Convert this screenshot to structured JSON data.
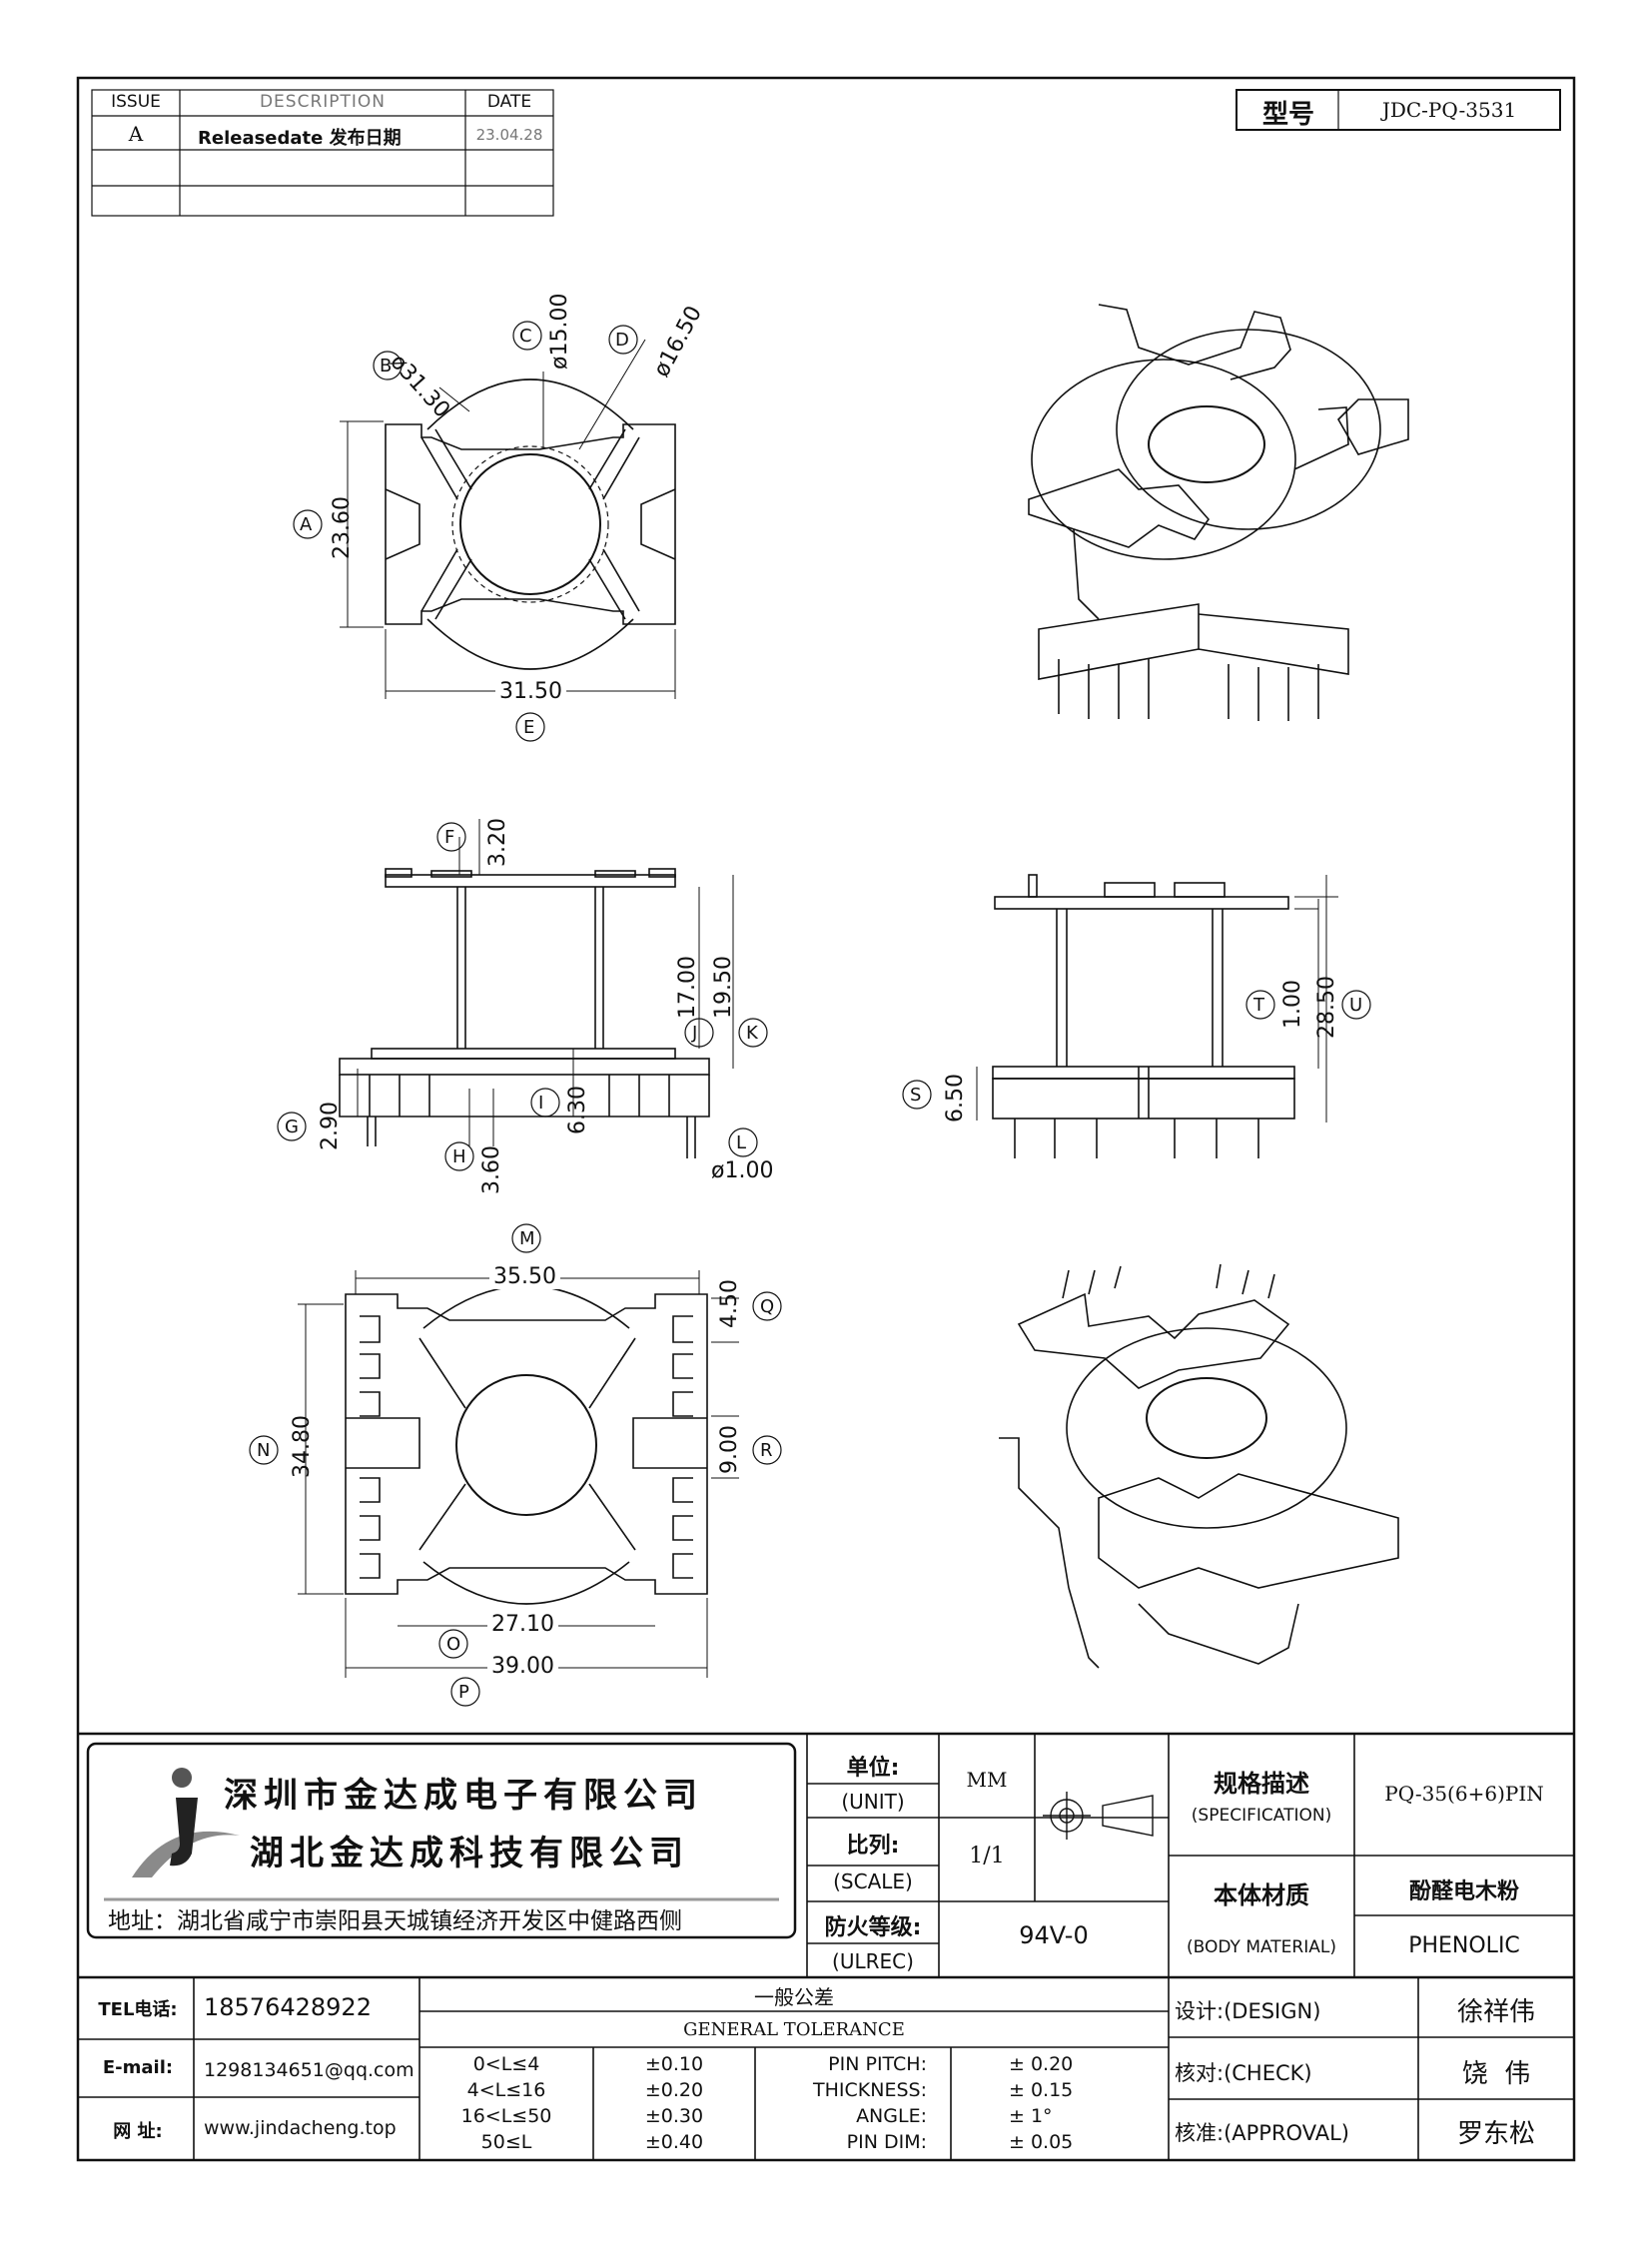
{
  "revision_table": {
    "headers": [
      "ISSUE",
      "DESCRIPTION",
      "DATE"
    ],
    "rows": [
      {
        "issue": "A",
        "description": "Releasedate 发布日期",
        "date": "23.04.28"
      }
    ]
  },
  "model": {
    "label": "型号",
    "value": "JDC-PQ-3531"
  },
  "dimensions": {
    "top_view": {
      "B": "ø31.30",
      "C": "ø15.00",
      "D": "ø16.50",
      "A": "23.60",
      "E": "31.50",
      "labels": [
        "B",
        "C",
        "D",
        "A",
        "E"
      ]
    },
    "front_view": {
      "F": "3.20",
      "J": "17.00",
      "K": "19.50",
      "G": "2.90",
      "H": "3.60",
      "I": "6.30",
      "L": "ø1.00",
      "labels": [
        "F",
        "J",
        "K",
        "G",
        "H",
        "I",
        "L"
      ]
    },
    "side_view": {
      "T": "1.00",
      "U": "28.50",
      "S": "6.50",
      "labels": [
        "T",
        "U",
        "S"
      ]
    },
    "bottom_view": {
      "M": "35.50",
      "Q": "4.50",
      "N": "34.80",
      "R": "9.00",
      "O": "27.10",
      "P": "39.00",
      "labels": [
        "M",
        "Q",
        "N",
        "R",
        "O",
        "P"
      ]
    }
  },
  "company": {
    "name_1": "深圳市金达成电子有限公司",
    "name_2": "湖北金达成科技有限公司",
    "address": "地址：湖北省咸宁市崇阳县天城镇经济开发区中健路西侧"
  },
  "spec_block": {
    "unit_label": "单位:",
    "unit_label_en": "(UNIT)",
    "unit_value": "MM",
    "scale_label": "比列:",
    "scale_label_en": "(SCALE)",
    "scale_value": "1/1",
    "fire_label": "防火等级:",
    "fire_label_en": "(ULREC)",
    "fire_value": "94V-0",
    "spec_label": "规格描述",
    "spec_label_en": "(SPECIFICATION)",
    "spec_value": "PQ-35(6+6)PIN",
    "material_label": "本体材质",
    "material_label_en": "(BODY MATERIAL)",
    "material_value": "酚醛电木粉",
    "material_value_en": "PHENOLIC"
  },
  "contact": {
    "tel_label": "TEL电话:",
    "tel": "18576428922",
    "email_label": "E-mail:",
    "email": "1298134651@qq.com",
    "web_label": "网  址:",
    "web": "www.jindacheng.top"
  },
  "tolerance": {
    "title_cn": "一般公差",
    "title_en": "GENERAL TOLERANCE",
    "ranges": [
      "0<L≤4",
      "4<L≤16",
      "16<L≤50",
      "50≤L"
    ],
    "values": [
      "±0.10",
      "±0.20",
      "±0.30",
      "±0.40"
    ],
    "items": [
      "PIN PITCH:",
      "THICKNESS:",
      "ANGLE:",
      "PIN DIM:"
    ],
    "item_values": [
      "±  0.20",
      "±  0.15",
      "±  1°",
      "±  0.05"
    ]
  },
  "signoff": {
    "design_label": "设计:(DESIGN)",
    "design": "徐祥伟",
    "check_label": "核对:(CHECK)",
    "check": "饶  伟",
    "approval_label": "核准:(APPROVAL)",
    "approval": "罗东松"
  },
  "colors": {
    "line": "#111111",
    "paper": "#ffffff",
    "logo_gray": "#8a8a8a",
    "dash": "#333333"
  }
}
